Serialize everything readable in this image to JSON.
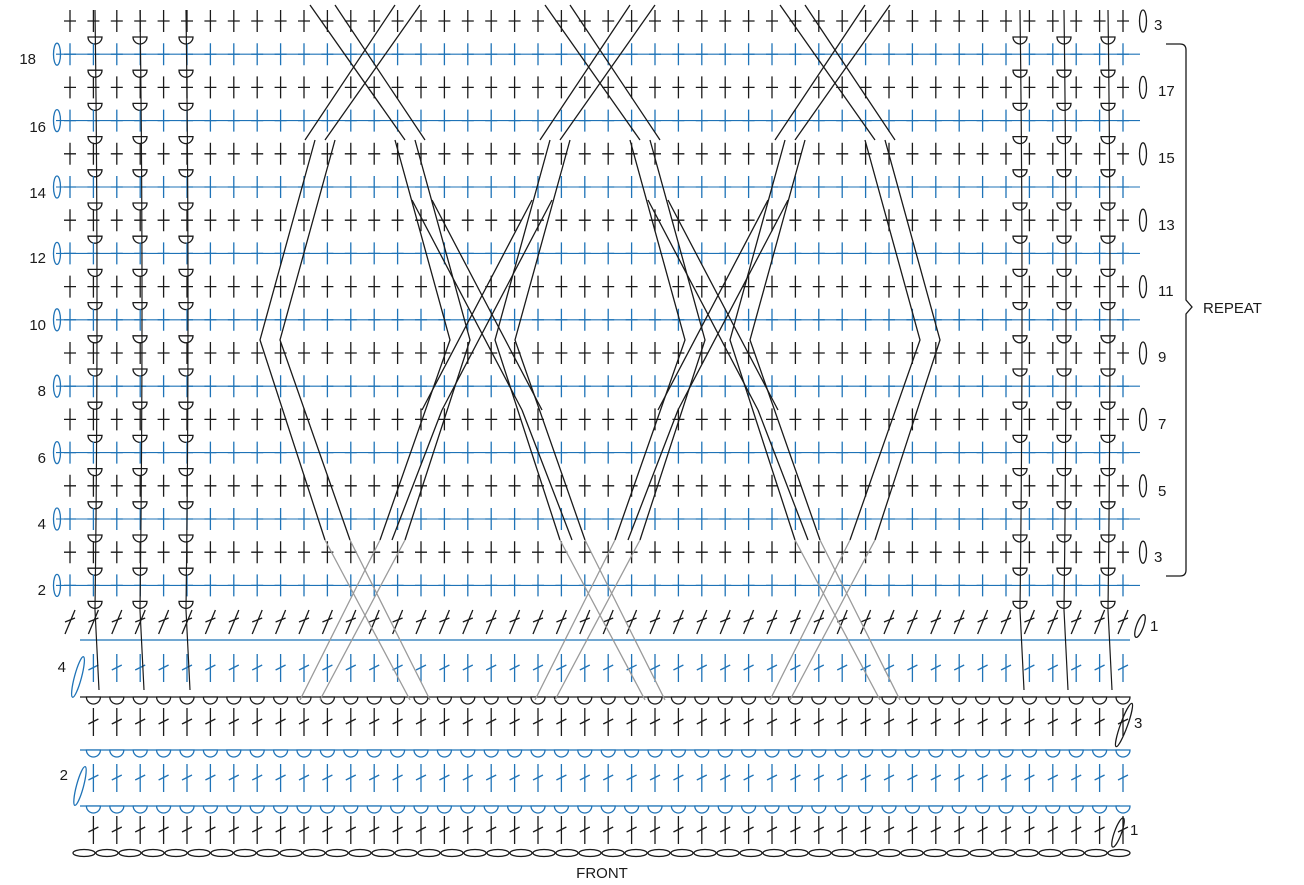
{
  "diagram": {
    "row_labels_left": [
      "18",
      "16",
      "14",
      "12",
      "10",
      "8",
      "6",
      "4",
      "2"
    ],
    "row_labels_right": [
      "3",
      "17",
      "15",
      "13",
      "11",
      "9",
      "7",
      "5",
      "3"
    ],
    "foundation_row_labels_left": [
      "4",
      "2"
    ],
    "foundation_row_labels_right": [
      "1",
      "3",
      "1"
    ],
    "repeat_label": "REPEAT",
    "front_label": "FRONT"
  },
  "colors": {
    "ink": "#1a1a1a",
    "blue": "#1f73b7",
    "gray": "#9a9a9a"
  }
}
